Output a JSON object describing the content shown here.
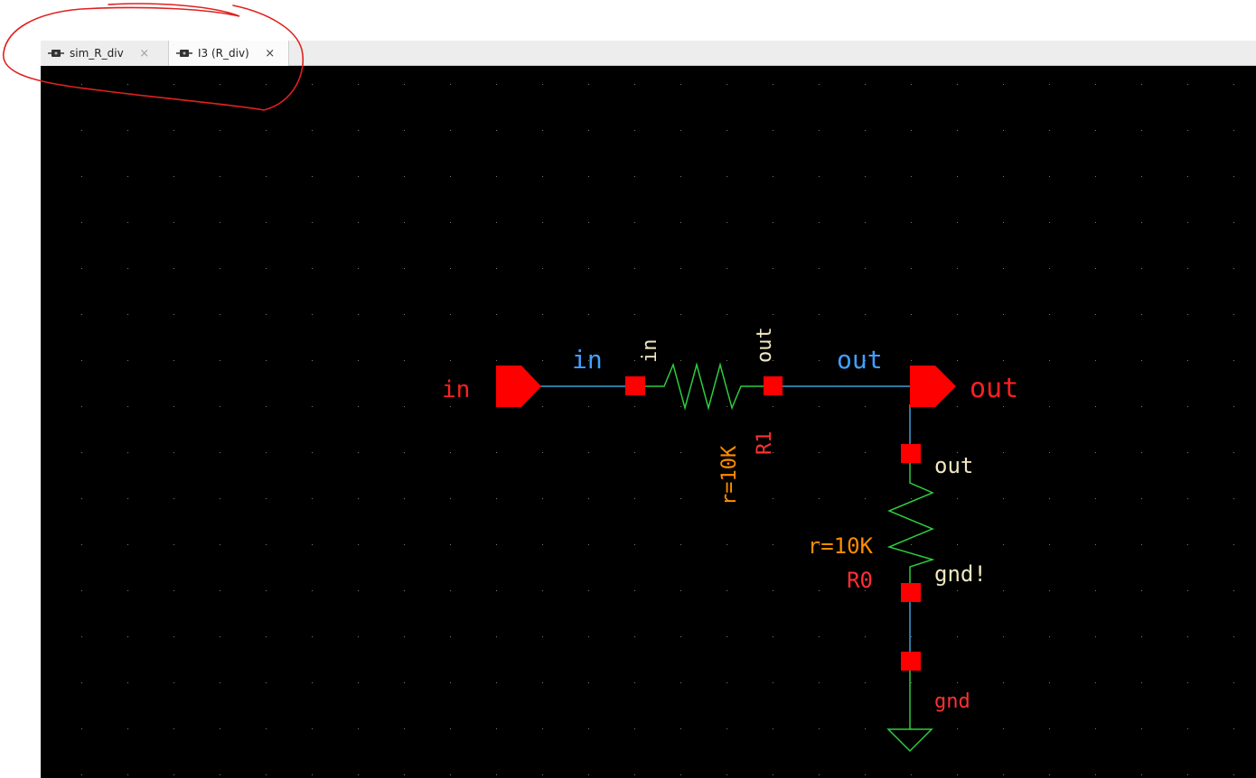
{
  "tabs": [
    {
      "label": "sim_R_div",
      "icon": "schematic-icon",
      "close": "×",
      "active": false
    },
    {
      "label": "I3 (R_div)",
      "icon": "schematic-icon",
      "close": "×",
      "active": true
    }
  ],
  "schematic": {
    "input_pin": {
      "label": "in",
      "color": "#ff2020"
    },
    "output_pin": {
      "label": "out",
      "color": "#ff2020"
    },
    "wire_labels": {
      "in": "in",
      "out": "out",
      "color": "#40a0ff"
    },
    "r1": {
      "name": "R1",
      "value": "r=10K",
      "term_plus": "in",
      "term_minus": "out"
    },
    "r0": {
      "name": "R0",
      "value": "r=10K",
      "term_plus": "out",
      "term_minus": "gnd!"
    },
    "ground": {
      "label": "gnd"
    },
    "colors": {
      "wire": "#3aa0d8",
      "resistor": "#2ecc40",
      "pin": "#ff0000",
      "terminal_text": "#f0e8c0",
      "property_text": "#ff8c00",
      "name_text": "#ff3030",
      "grid_dot": "#7a7a7a",
      "annotation": "#e02020"
    }
  }
}
